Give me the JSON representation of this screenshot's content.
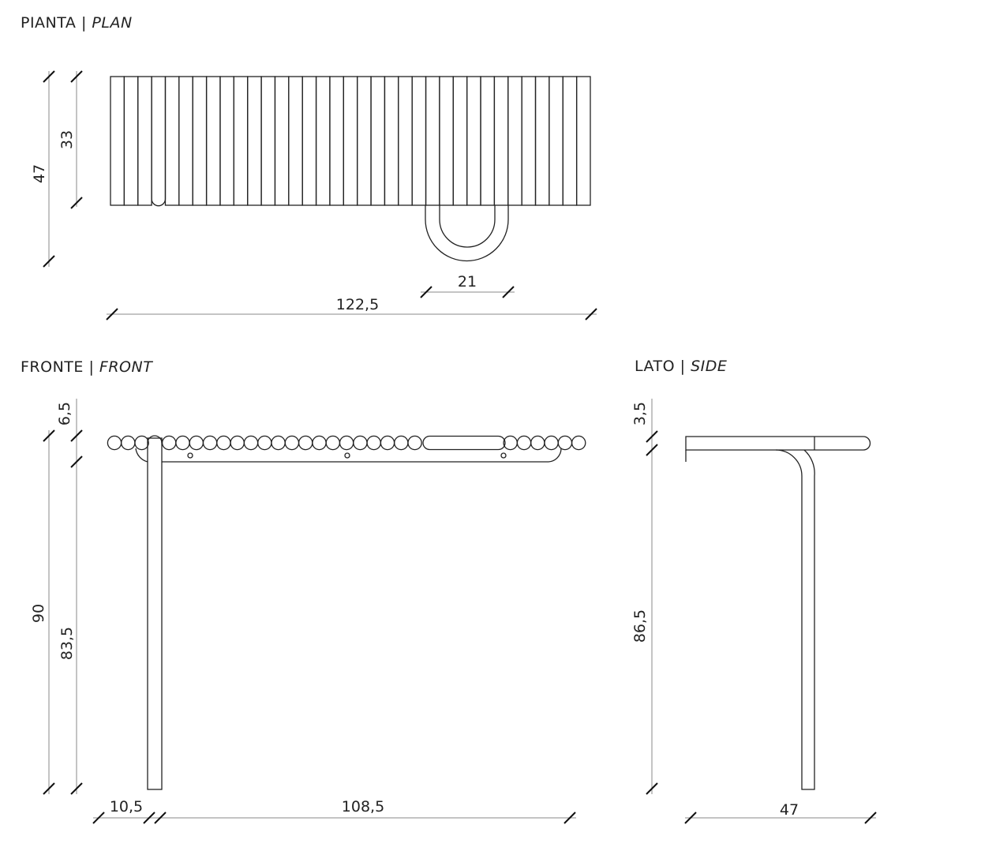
{
  "views": {
    "plan": {
      "title": "PIANTA",
      "title_en": "PLAN",
      "separator": "|",
      "dims": {
        "depth_total": "47",
        "depth_top": "33",
        "width_total": "122,5",
        "u_width": "21"
      }
    },
    "front": {
      "title": "FRONTE",
      "title_en": "FRONT",
      "separator": "|",
      "dims": {
        "top": "6,5",
        "height_total": "90",
        "leg_height": "83,5",
        "offset": "10,5",
        "span": "108,5"
      }
    },
    "side": {
      "title": "LATO",
      "title_en": "SIDE",
      "separator": "|",
      "dims": {
        "top": "3,5",
        "leg_height": "86,5",
        "depth": "47"
      }
    }
  },
  "colors": {
    "line": "#222222",
    "dim_line": "#888888"
  }
}
